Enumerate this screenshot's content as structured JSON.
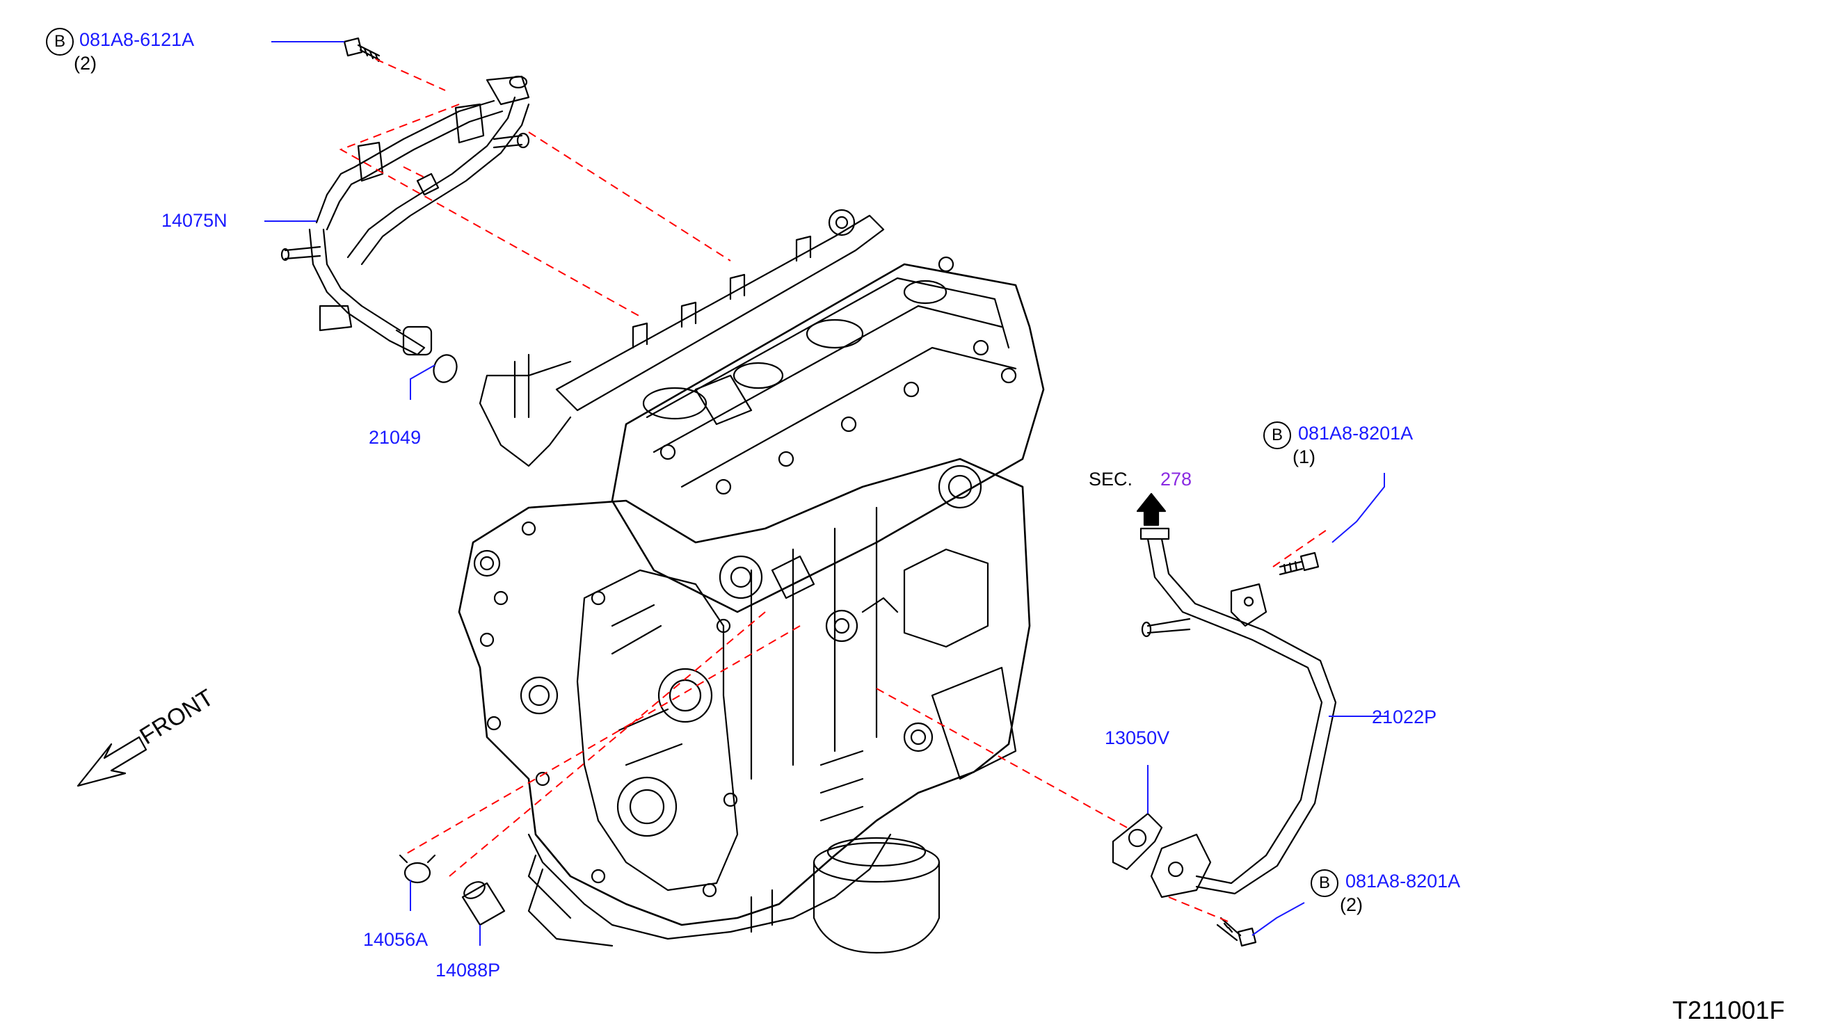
{
  "parts": {
    "bolt_top": {
      "prefix": "B",
      "number": "081A8-6121A",
      "qty": "(2)"
    },
    "tube_14075N": {
      "number": "14075N"
    },
    "oring_21049": {
      "number": "21049"
    },
    "bolt_right_top": {
      "prefix": "B",
      "number": "081A8-8201A",
      "qty": "(1)"
    },
    "pipe_21022P": {
      "number": "21022P"
    },
    "gasket_13050V": {
      "number": "13050V"
    },
    "bolt_right_bottom": {
      "prefix": "B",
      "number": "081A8-8201A",
      "qty": "(2)"
    },
    "clamp_14056A": {
      "number": "14056A"
    },
    "hose_14088P": {
      "number": "14088P"
    }
  },
  "section_ref": {
    "label": "SEC.",
    "number": "278"
  },
  "direction": {
    "label": "FRONT"
  },
  "drawing_code": "T211001F",
  "colors": {
    "part_label": "#1a1aff",
    "section_number": "#8a2be2",
    "dashed_line": "#ff0000",
    "line_art": "#000000"
  }
}
